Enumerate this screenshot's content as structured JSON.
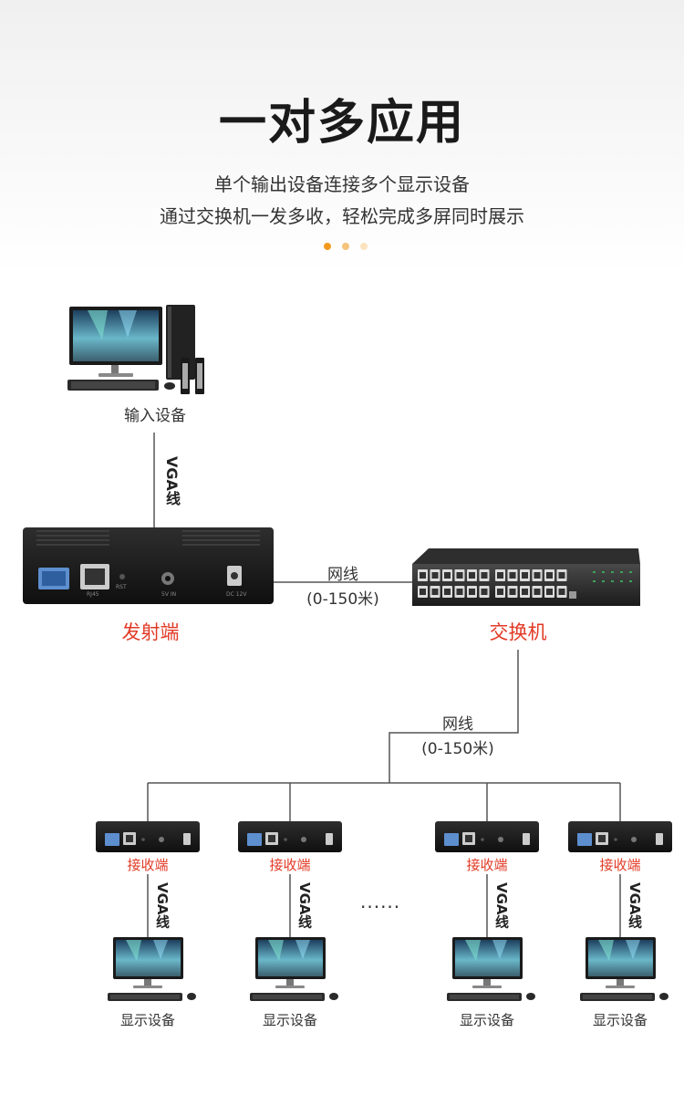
{
  "header": {
    "title": "一对多应用",
    "subtitle_line1": "单个输出设备连接多个显示设备",
    "subtitle_line2": "通过交换机一发多收，轻松完成多屏同时展示",
    "dot_colors": [
      "#f39a1e",
      "#f7c27a",
      "#fbe3bf"
    ]
  },
  "diagram": {
    "input_device_label": "输入设备",
    "vga_cable_label": "VGA线",
    "transmitter_label": "发射端",
    "switch_label": "交换机",
    "network_cable_label": "网线",
    "network_range_label": "(0-150米)",
    "receiver_label": "接收端",
    "display_label": "显示设备",
    "ellipsis": "......",
    "accent_color": "#e23a26",
    "transmitter_ports": [
      "RJ45",
      "RST",
      "5V IN",
      "DC 12V"
    ]
  }
}
